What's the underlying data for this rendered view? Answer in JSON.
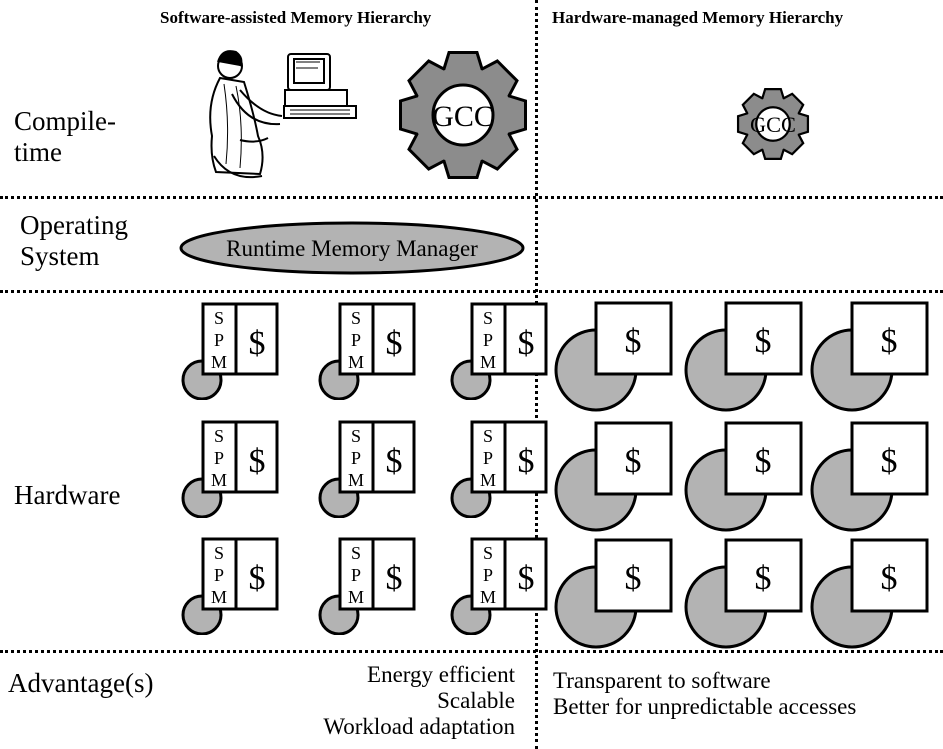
{
  "columns": {
    "software": "Software-assisted Memory Hierarchy",
    "hardware": "Hardware-managed Memory Hierarchy"
  },
  "rows": {
    "compile": "Compile-\ntime",
    "os": "Operating\nSystem",
    "hardware": "Hardware",
    "advantages": "Advantage(s)"
  },
  "gcc_label": "GCC",
  "runtime_manager": "Runtime Memory Manager",
  "spm_letters": [
    "S",
    "P",
    "M"
  ],
  "cache_symbol": "$",
  "advantages": {
    "software": [
      "Energy efficient",
      "Scalable",
      "Workload adaptation"
    ],
    "hardware": [
      "Transparent to software",
      "Better for unpredictable accesses"
    ]
  },
  "colors": {
    "gray_fill": "#b3b3b3",
    "gear_fill": "#8c8c8c",
    "stroke": "#000000"
  },
  "icons": [
    "programmer-at-computer-icon",
    "gear-icon"
  ]
}
